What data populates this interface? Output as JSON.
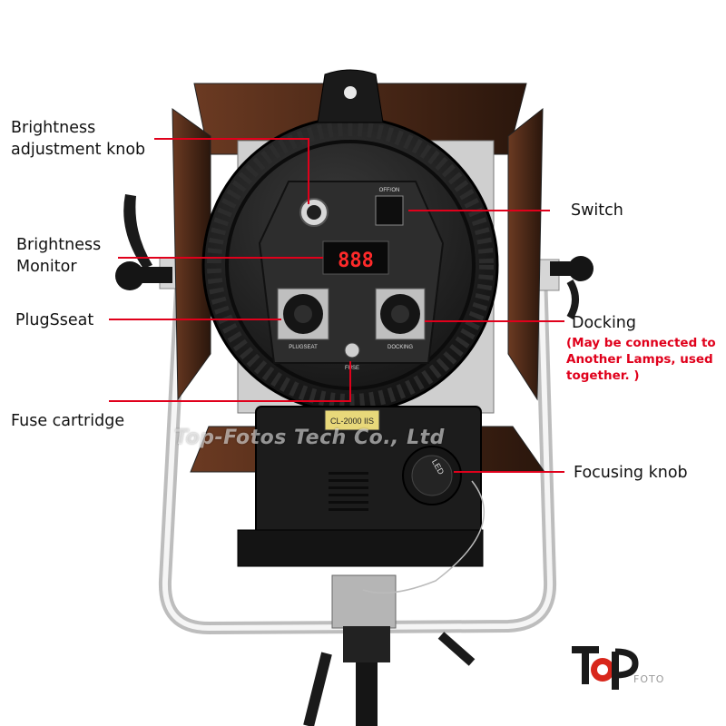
{
  "labels": {
    "brightness_knob_line1": "Brightness",
    "brightness_knob_line2": "adjustment knob",
    "switch": "Switch",
    "brightness_monitor_line1": "Brightness",
    "brightness_monitor_line2": "Monitor",
    "plug_seat": "PlugSseat",
    "docking": "Docking",
    "docking_note_line1": "(May be connected to",
    "docking_note_line2": "Another Lamps, used",
    "docking_note_line3": "together. )",
    "fuse_cartridge": "Fuse cartridge",
    "focusing_knob": "Focusing knob"
  },
  "panel_text": {
    "off_on": "OFF/ON",
    "plugseat": "PLUGSEAT",
    "docking": "DOCKING",
    "fuse": "FUSE",
    "display": "888",
    "sticker": "CL-2000 IIS",
    "led_cap": "LED"
  },
  "watermark": "Top-Fotos Tech Co., Ltd",
  "logo": {
    "word": "FOTO"
  },
  "colors": {
    "callout_line": "#e0001b",
    "display_digits": "#ff2a2a",
    "lamp_body": "#1c1c1c"
  }
}
